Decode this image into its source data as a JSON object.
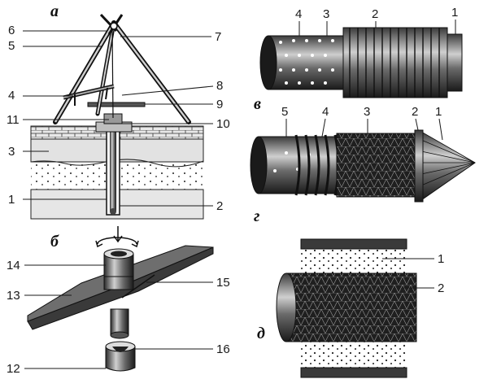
{
  "panels": {
    "a": {
      "letter": "а",
      "labels": [
        "6",
        "5",
        "7",
        "4",
        "8",
        "9",
        "11",
        "10",
        "3",
        "1",
        "2"
      ]
    },
    "b": {
      "letter": "б",
      "labels": [
        "14",
        "15",
        "13",
        "16",
        "12"
      ]
    },
    "v": {
      "letter": "в",
      "labels": [
        "4",
        "3",
        "2",
        "1"
      ]
    },
    "g": {
      "letter": "г",
      "labels": [
        "5",
        "4",
        "3",
        "2",
        "1"
      ]
    },
    "d": {
      "letter": "д",
      "labels": [
        "1",
        "2"
      ]
    }
  },
  "colors": {
    "ink": "#1a1a1a",
    "dark_fill": "#2a2a2a",
    "mid_fill": "#7a7a7a",
    "light_fill": "#d8d8d8",
    "paper": "#ffffff"
  }
}
